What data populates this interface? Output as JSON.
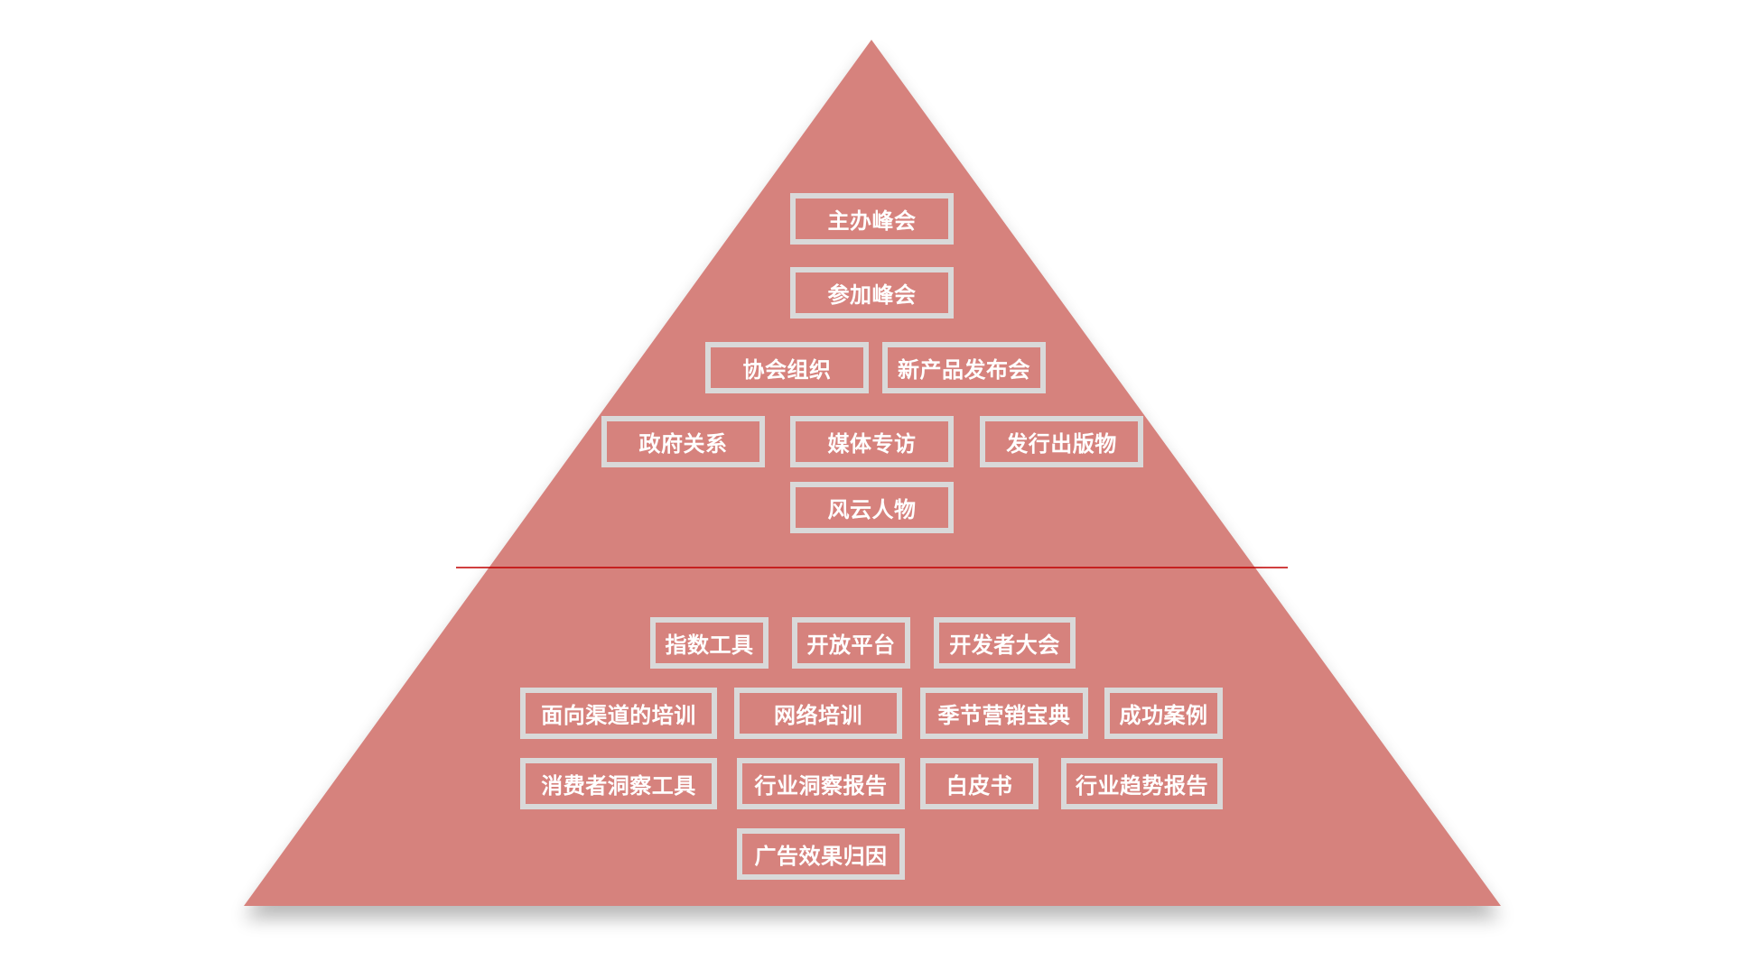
{
  "colors": {
    "pyramid_fill": "#d6827d",
    "box_border": "#d9d9d9",
    "box_text": "#ffffff",
    "divider": "#c00000"
  },
  "upper_tier": [
    "主办峰会",
    "参加峰会",
    "协会组织",
    "新产品发布会",
    "政府关系",
    "媒体专访",
    "发行出版物",
    "风云人物"
  ],
  "lower_tier": [
    "指数工具",
    "开放平台",
    "开发者大会",
    "面向渠道的培训",
    "网络培训",
    "季节营销宝典",
    "成功案例",
    "消费者洞察工具",
    "行业洞察报告",
    "白皮书",
    "行业趋势报告",
    "广告效果归因"
  ]
}
